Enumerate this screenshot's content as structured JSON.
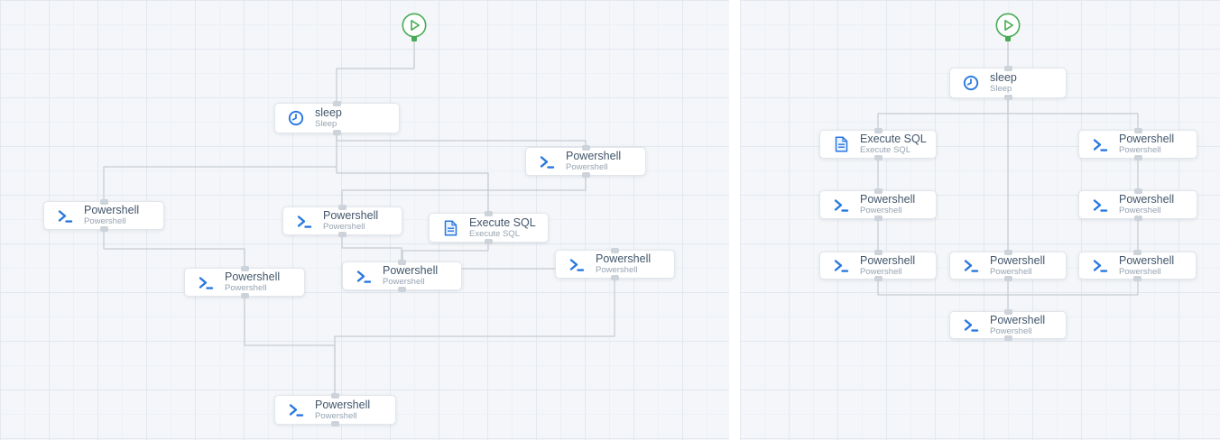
{
  "colors": {
    "canvas_bg": "#f4f6f9",
    "grid_line": "#e3e9f0",
    "edge": "#c6ccd3",
    "port": "#cdd3da",
    "node_border": "#e2e6eb",
    "accent_blue": "#2878e0",
    "accent_green": "#46ab54",
    "title_text": "#42566b",
    "subtitle_text": "#96a3b1"
  },
  "panels": [
    {
      "name": "left-workflow-canvas",
      "start": {
        "icon": "play-icon"
      },
      "nodes": [
        {
          "id": "sleep",
          "title": "sleep",
          "subtitle": "Sleep",
          "icon": "clock-icon"
        },
        {
          "id": "powershell-1",
          "title": "Powershell",
          "subtitle": "Powershell",
          "icon": "terminal-icon"
        },
        {
          "id": "powershell-2",
          "title": "Powershell",
          "subtitle": "Powershell",
          "icon": "terminal-icon"
        },
        {
          "id": "powershell-3",
          "title": "Powershell",
          "subtitle": "Powershell",
          "icon": "terminal-icon"
        },
        {
          "id": "execute-sql",
          "title": "Execute SQL",
          "subtitle": "Execute SQL",
          "icon": "file-icon"
        },
        {
          "id": "powershell-4",
          "title": "Powershell",
          "subtitle": "Powershell",
          "icon": "terminal-icon"
        },
        {
          "id": "powershell-5",
          "title": "Powershell",
          "subtitle": "Powershell",
          "icon": "terminal-icon"
        },
        {
          "id": "powershell-6",
          "title": "Powershell",
          "subtitle": "Powershell",
          "icon": "terminal-icon"
        },
        {
          "id": "powershell-7",
          "title": "Powershell",
          "subtitle": "Powershell",
          "icon": "terminal-icon"
        }
      ],
      "edges": [
        [
          "start",
          "sleep"
        ],
        [
          "sleep",
          "powershell-1"
        ],
        [
          "sleep",
          "powershell-2"
        ],
        [
          "sleep",
          "execute-sql"
        ],
        [
          "powershell-1",
          "powershell-3"
        ],
        [
          "powershell-2",
          "powershell-5"
        ],
        [
          "powershell-3",
          "powershell-6"
        ],
        [
          "execute-sql",
          "powershell-6"
        ],
        [
          "powershell-6",
          "powershell-4"
        ],
        [
          "powershell-5",
          "powershell-7"
        ],
        [
          "powershell-4",
          "powershell-7"
        ]
      ]
    },
    {
      "name": "right-workflow-canvas",
      "start": {
        "icon": "play-icon"
      },
      "nodes": [
        {
          "id": "sleep",
          "title": "sleep",
          "subtitle": "Sleep",
          "icon": "clock-icon"
        },
        {
          "id": "execute-sql",
          "title": "Execute SQL",
          "subtitle": "Execute SQL",
          "icon": "file-icon"
        },
        {
          "id": "powershell-1",
          "title": "Powershell",
          "subtitle": "Powershell",
          "icon": "terminal-icon"
        },
        {
          "id": "powershell-2",
          "title": "Powershell",
          "subtitle": "Powershell",
          "icon": "terminal-icon"
        },
        {
          "id": "powershell-3",
          "title": "Powershell",
          "subtitle": "Powershell",
          "icon": "terminal-icon"
        },
        {
          "id": "powershell-4",
          "title": "Powershell",
          "subtitle": "Powershell",
          "icon": "terminal-icon"
        },
        {
          "id": "powershell-5",
          "title": "Powershell",
          "subtitle": "Powershell",
          "icon": "terminal-icon"
        },
        {
          "id": "powershell-6",
          "title": "Powershell",
          "subtitle": "Powershell",
          "icon": "terminal-icon"
        },
        {
          "id": "powershell-7",
          "title": "Powershell",
          "subtitle": "Powershell",
          "icon": "terminal-icon"
        }
      ],
      "edges": [
        [
          "start",
          "sleep"
        ],
        [
          "sleep",
          "execute-sql"
        ],
        [
          "sleep",
          "powershell-1"
        ],
        [
          "sleep",
          "powershell-5"
        ],
        [
          "execute-sql",
          "powershell-2"
        ],
        [
          "powershell-1",
          "powershell-3"
        ],
        [
          "powershell-2",
          "powershell-4"
        ],
        [
          "powershell-3",
          "powershell-6"
        ],
        [
          "powershell-4",
          "powershell-7"
        ],
        [
          "powershell-5",
          "powershell-7"
        ],
        [
          "powershell-6",
          "powershell-7"
        ]
      ]
    }
  ]
}
